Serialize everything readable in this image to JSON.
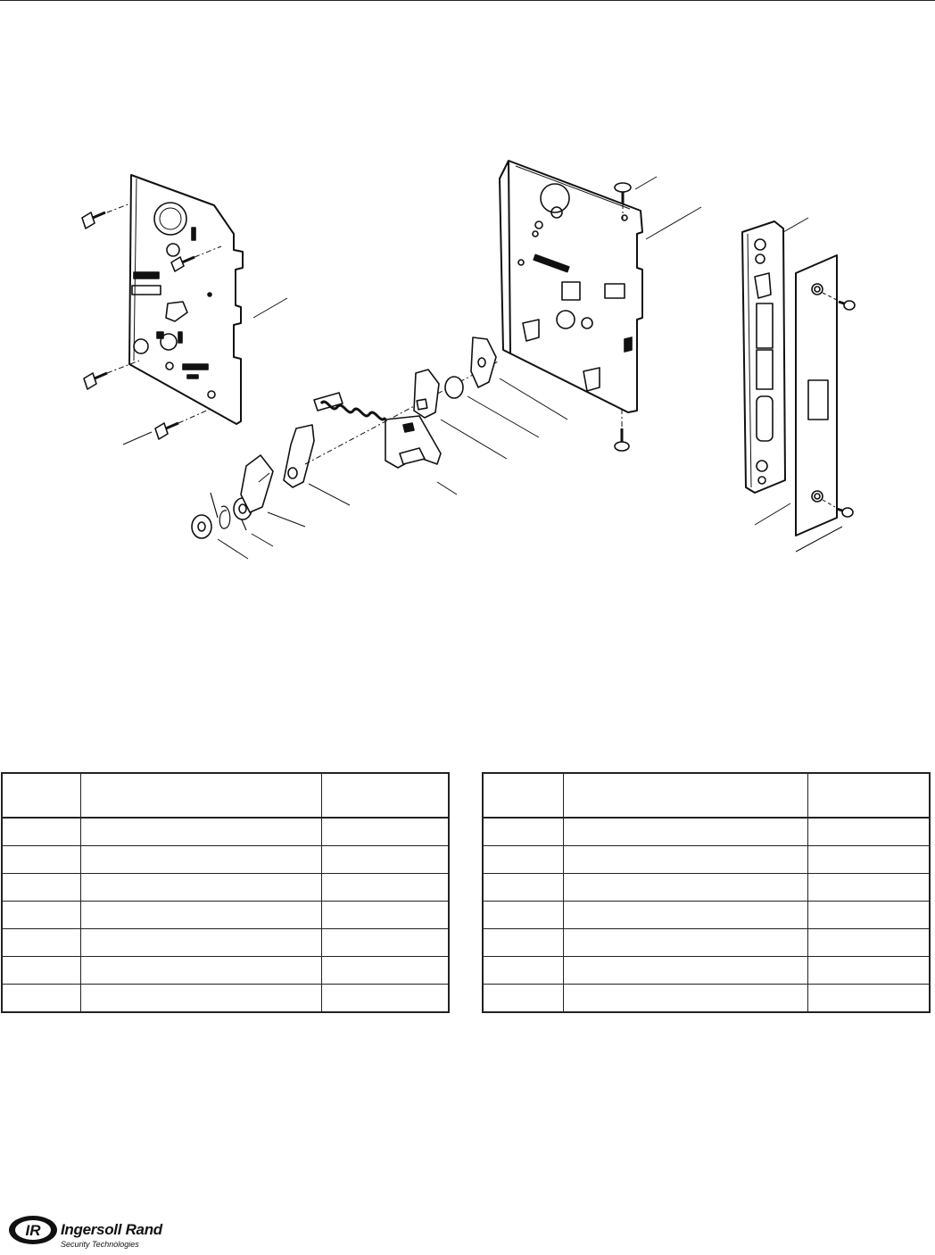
{
  "logo": {
    "brand_name": "Ingersoll Rand",
    "sub_title": "Security Technologies",
    "mark_text": "IR"
  },
  "tables": {
    "left": {
      "headers": [
        "",
        "",
        ""
      ],
      "rows": [
        [
          "",
          "",
          ""
        ],
        [
          "",
          "",
          ""
        ],
        [
          "",
          "",
          ""
        ],
        [
          "",
          "",
          ""
        ],
        [
          "",
          "",
          ""
        ],
        [
          "",
          "",
          ""
        ],
        [
          "",
          "",
          ""
        ]
      ]
    },
    "right": {
      "headers": [
        "",
        "",
        ""
      ],
      "rows": [
        [
          "",
          "",
          ""
        ],
        [
          "",
          "",
          ""
        ],
        [
          "",
          "",
          ""
        ],
        [
          "",
          "",
          ""
        ],
        [
          "",
          "",
          ""
        ],
        [
          "",
          "",
          ""
        ],
        [
          "",
          "",
          ""
        ]
      ]
    }
  }
}
